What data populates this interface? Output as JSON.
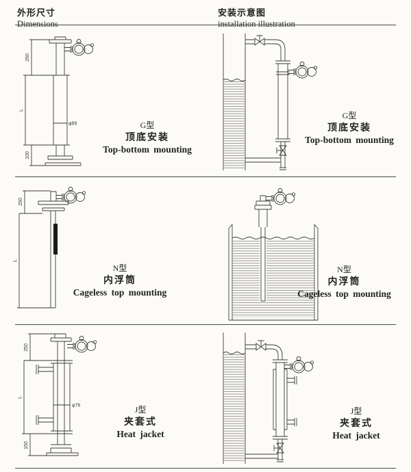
{
  "header": {
    "dimensions_cn": "外形尺寸",
    "dimensions_en": "Dimensions",
    "installation_cn": "安装示意图",
    "installation_en": "installation illustration"
  },
  "rows": [
    {
      "type": "G型",
      "cn": "顶底安装",
      "en": "Top-bottom mounting",
      "dims": {
        "height_top": "250",
        "diameter": "φ89",
        "length": "L",
        "height_bottom": "100"
      }
    },
    {
      "type": "N型",
      "cn": "内浮筒",
      "en": "Cageless top mounting",
      "dims": {
        "height_top": "250",
        "length": "L"
      }
    },
    {
      "type": "J型",
      "cn": "夹套式",
      "en": "Heat jacket",
      "dims": {
        "height_top": "250",
        "length": "L",
        "height_bottom": "150",
        "diameter": "φ76"
      }
    }
  ]
}
